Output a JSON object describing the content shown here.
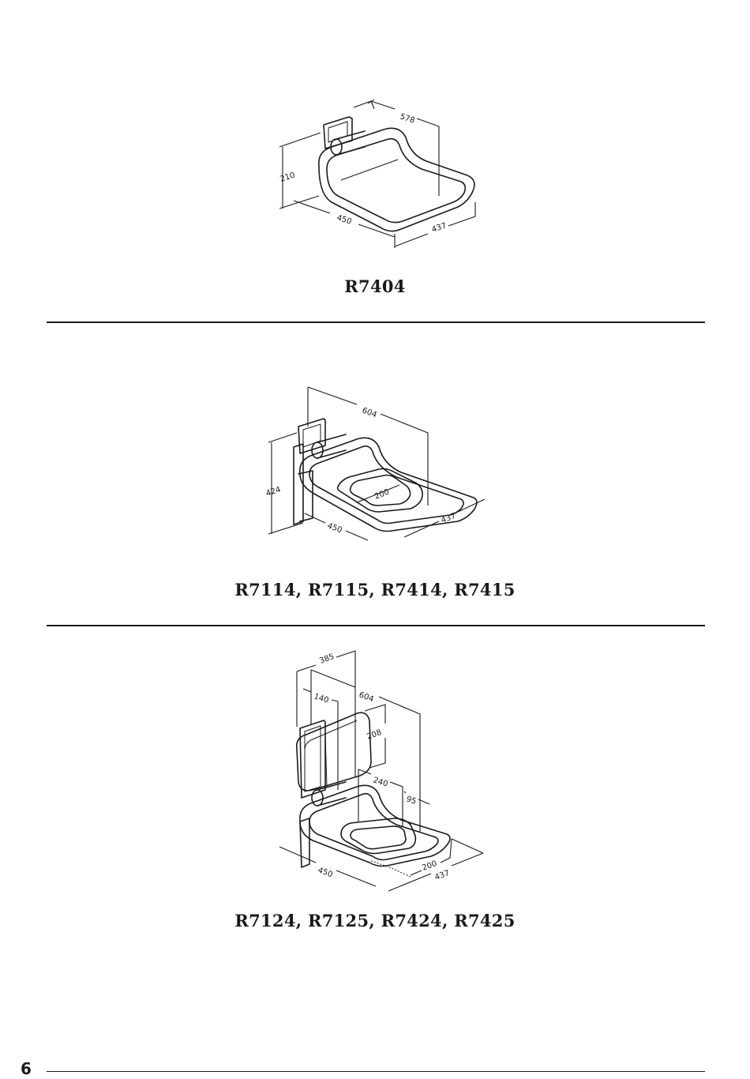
{
  "products": [
    {
      "caption": "R7404",
      "dimensions": {
        "width": "578",
        "height": "210",
        "depth": "450",
        "front": "437"
      }
    },
    {
      "caption": "R7114, R7115, R7414, R7415",
      "dimensions": {
        "width": "604",
        "height": "424",
        "depth": "450",
        "front": "437",
        "hole": "200"
      }
    },
    {
      "caption": "R7124, R7125, R7424, R7425",
      "dimensions": {
        "back_top": "385",
        "back_offset": "140",
        "width": "604",
        "back_height": "208",
        "hole_depth": "240",
        "hole_offset": "95",
        "depth": "450",
        "hole": "200",
        "front": "437"
      }
    }
  ],
  "footer": {
    "page_number": "6"
  }
}
